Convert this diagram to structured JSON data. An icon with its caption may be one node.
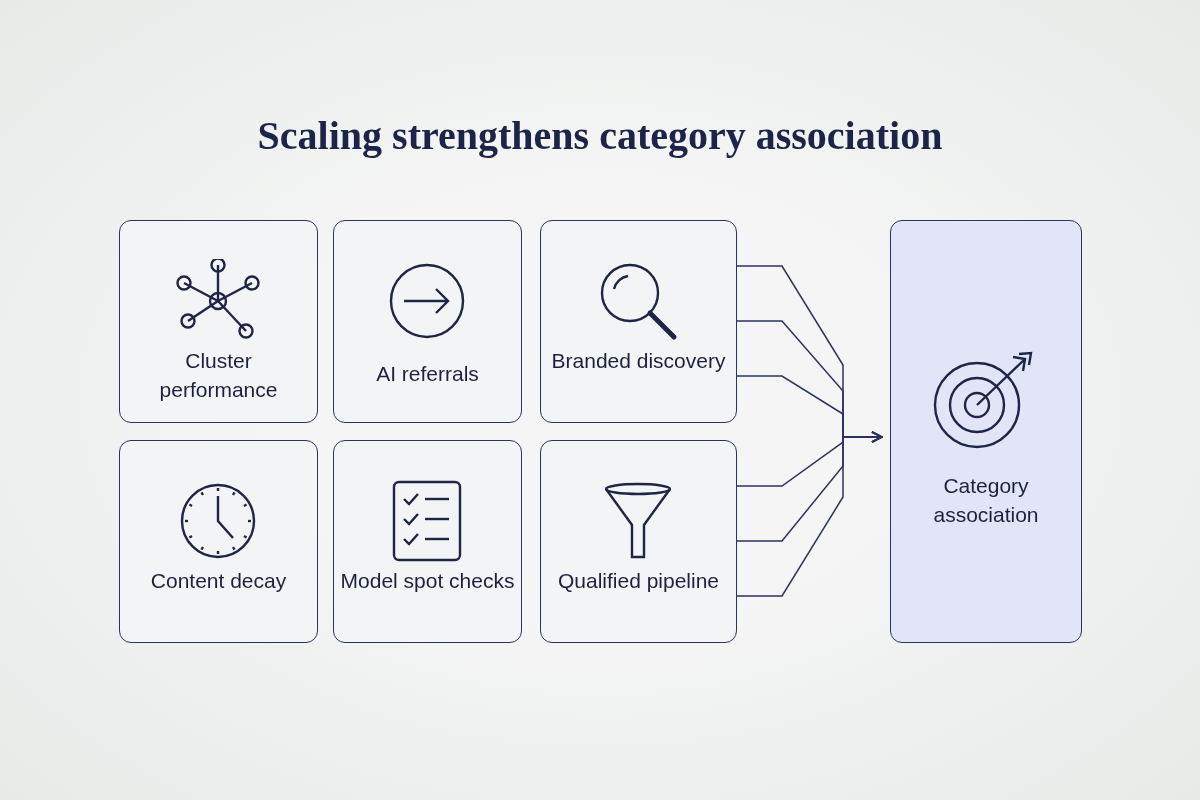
{
  "diagram": {
    "title": "Scaling **strengthens** category **association**",
    "nodes": [
      {
        "text": [
          "Cluster performance"
        ]
      },
      {
        "text": [
          "AI referrals"
        ]
      },
      {
        "text": [
          "Branded discovery"
        ]
      },
      {
        "text": [
          "Content decay"
        ]
      },
      {
        "text": [
          "Model spot checks"
        ]
      },
      {
        "text": [
          "Qualified pipeline"
        ]
      },
      {
        "text": [
          "Category association"
        ]
      }
    ],
    "edges": [
      {
        "from": 2,
        "to": 6,
        "arrow": "to"
      },
      {
        "from": 2,
        "to": 6,
        "arrow": "to"
      },
      {
        "from": 2,
        "to": 6,
        "arrow": "to"
      },
      {
        "from": 5,
        "to": 6,
        "arrow": "to"
      },
      {
        "from": 5,
        "to": 6,
        "arrow": "to"
      },
      {
        "from": 5,
        "to": 6,
        "arrow": "to"
      }
    ]
  }
}
